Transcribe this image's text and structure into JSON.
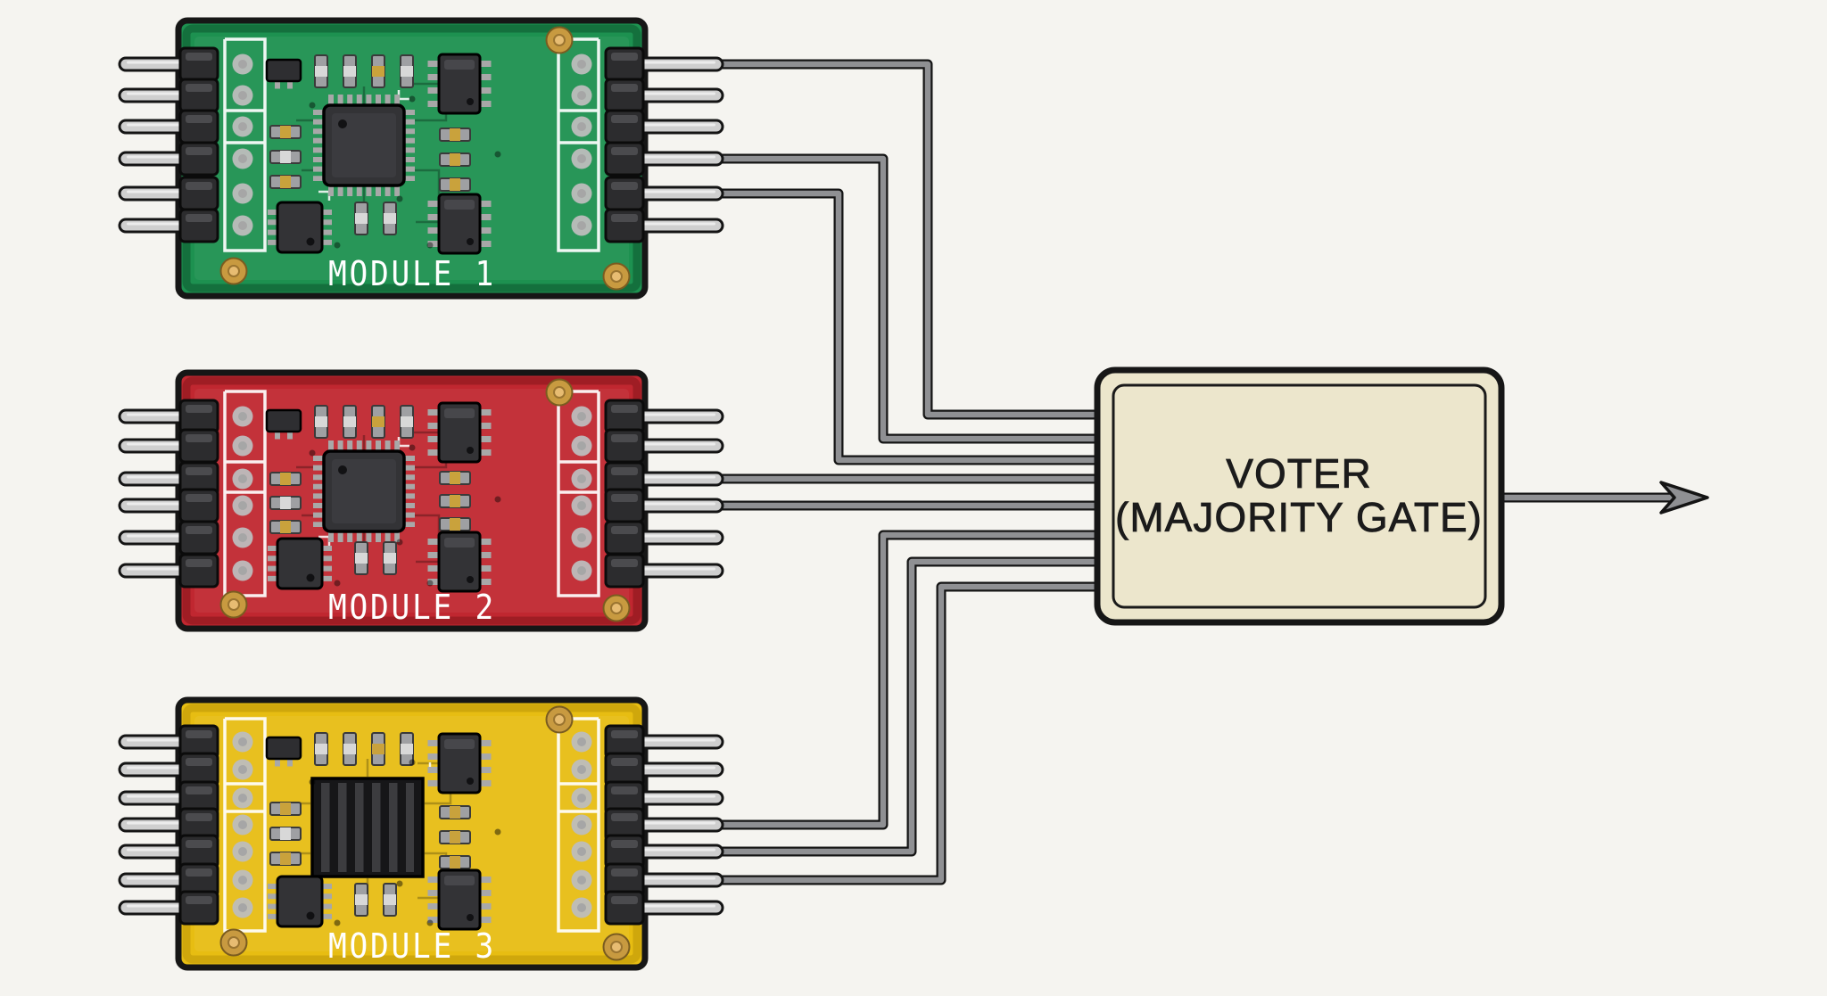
{
  "background_color": "#f5f4f0",
  "diagram_type": "triple-modular-redundancy-block-diagram",
  "modules": [
    {
      "label": "MODULE 1",
      "pcb_color": "#1d9150",
      "pcb_edge_color": "#0b4f2a",
      "pins_per_side": 6,
      "wired_right_pins": [
        1,
        4,
        5
      ]
    },
    {
      "label": "MODULE 2",
      "pcb_color": "#c02730",
      "pcb_edge_color": "#7d1418",
      "pins_per_side": 6,
      "wired_right_pins": [
        3,
        4
      ]
    },
    {
      "label": "MODULE 3",
      "pcb_color": "#e7bd12",
      "pcb_edge_color": "#bb9608",
      "pins_per_side": 7,
      "wired_right_pins": [
        4,
        5,
        6
      ]
    }
  ],
  "voter": {
    "label_line1": "VOTER",
    "label_line2": "(MAJORITY GATE)",
    "body_color": "#ece6cc",
    "border_color": "#1a1a1a"
  },
  "wires": {
    "color": "#8f9093",
    "outline_color": "#141414",
    "input_count": 8,
    "output_count": 1
  },
  "connections": [
    {
      "from": "MODULE 1",
      "to": "VOTER",
      "wire_count": 3
    },
    {
      "from": "MODULE 2",
      "to": "VOTER",
      "wire_count": 2
    },
    {
      "from": "MODULE 3",
      "to": "VOTER",
      "wire_count": 3
    }
  ],
  "components": {
    "pin_color": "#cfcfcf",
    "header_color": "#2c2c2e",
    "ic_color": "#333336",
    "hole_color": "#c89a40",
    "silkscreen_color": "#ffffff"
  }
}
